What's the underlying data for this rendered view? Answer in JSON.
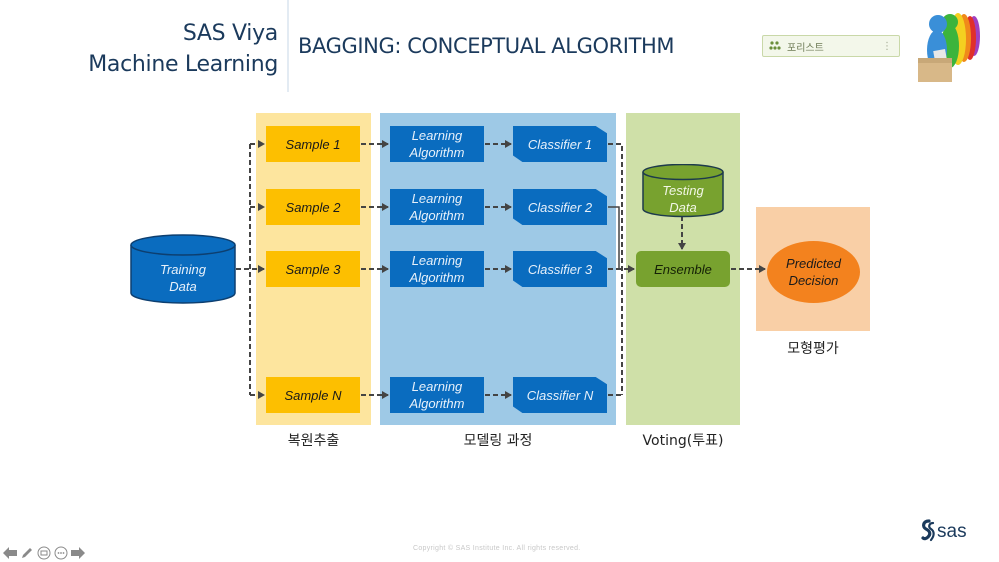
{
  "header": {
    "brand_line1": "SAS Viya",
    "brand_line2": "Machine Learning",
    "title": "BAGGING: CONCEPTUAL ALGORITHM"
  },
  "chip": {
    "icon": "forest-icon",
    "label": "포리스트",
    "menu_glyph": "⋮"
  },
  "diagram": {
    "training_data": {
      "line1": "Training",
      "line2": "Data"
    },
    "samples": [
      {
        "label": "Sample 1"
      },
      {
        "label": "Sample 2"
      },
      {
        "label": "Sample 3"
      },
      {
        "label": "Sample N"
      }
    ],
    "learning_algorithms": [
      {
        "line1": "Learning",
        "line2": "Algorithm"
      },
      {
        "line1": "Learning",
        "line2": "Algorithm"
      },
      {
        "line1": "Learning",
        "line2": "Algorithm"
      },
      {
        "line1": "Learning",
        "line2": "Algorithm"
      }
    ],
    "classifiers": [
      {
        "label": "Classifier 1"
      },
      {
        "label": "Classifier 2"
      },
      {
        "label": "Classifier 3"
      },
      {
        "label": "Classifier N"
      }
    ],
    "testing_data": {
      "line1": "Testing",
      "line2": "Data"
    },
    "ensemble": {
      "label": "Ensemble"
    },
    "decision": {
      "line1": "Predicted",
      "line2": "Decision"
    },
    "band_labels": {
      "sampling": "복원추출",
      "modeling": "모델링 과정",
      "voting": "Voting(투표)",
      "evaluation": "모형평가"
    },
    "colors": {
      "sample": "#fdbf00",
      "sampling_band": "#fde59e",
      "model_blue": "#0a6cbf",
      "modeling_band": "#9ec9e6",
      "voting_band": "#cfe0a8",
      "ensemble": "#78a22f",
      "decision": "#f3821e",
      "evaluation_band": "#f9cfa6"
    }
  },
  "footer": {
    "copyright": "Copyright © SAS Institute Inc. All rights reserved.",
    "logo_text": "sas"
  },
  "nav": {
    "prev_icon": "arrow-left-icon",
    "pen_icon": "pen-icon",
    "slides_icon": "slides-icon",
    "more_icon": "more-icon",
    "next_icon": "arrow-right-icon"
  }
}
